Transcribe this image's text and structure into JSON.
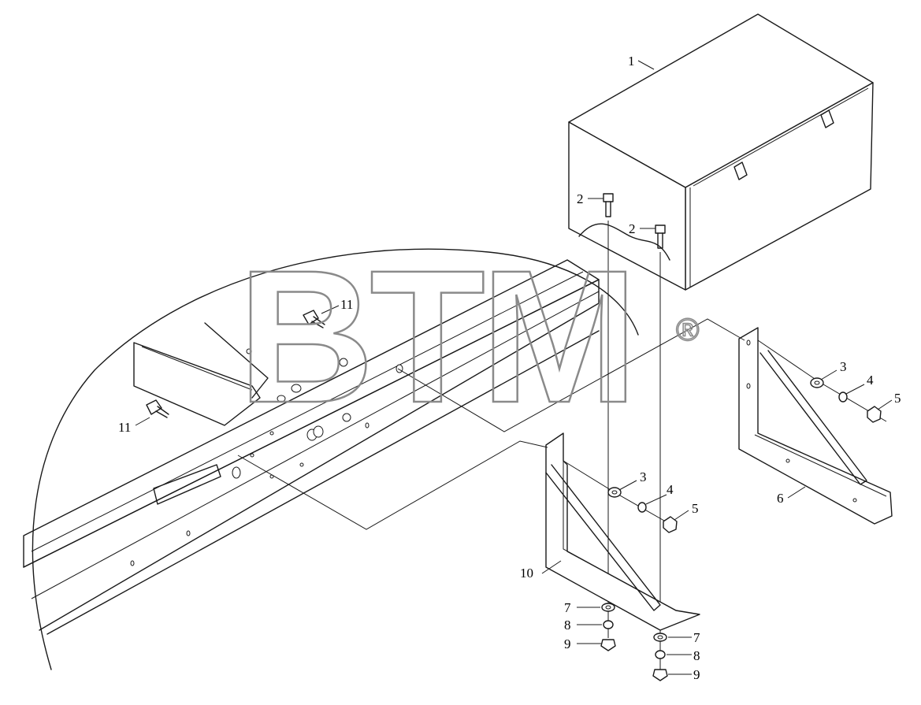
{
  "watermark": {
    "text": "BTM",
    "registered_mark": "®"
  },
  "callouts": [
    {
      "id": "c1",
      "label": "1"
    },
    {
      "id": "c2a",
      "label": "2"
    },
    {
      "id": "c2b",
      "label": "2"
    },
    {
      "id": "c3a",
      "label": "3"
    },
    {
      "id": "c4a",
      "label": "4"
    },
    {
      "id": "c5a",
      "label": "5"
    },
    {
      "id": "c6",
      "label": "6"
    },
    {
      "id": "c3b",
      "label": "3"
    },
    {
      "id": "c4b",
      "label": "4"
    },
    {
      "id": "c5b",
      "label": "5"
    },
    {
      "id": "c10",
      "label": "10"
    },
    {
      "id": "c7a",
      "label": "7"
    },
    {
      "id": "c8a",
      "label": "8"
    },
    {
      "id": "c9a",
      "label": "9"
    },
    {
      "id": "c7b",
      "label": "7"
    },
    {
      "id": "c8b",
      "label": "8"
    },
    {
      "id": "c9b",
      "label": "9"
    },
    {
      "id": "c11a",
      "label": "11"
    },
    {
      "id": "c11b",
      "label": "11"
    }
  ]
}
